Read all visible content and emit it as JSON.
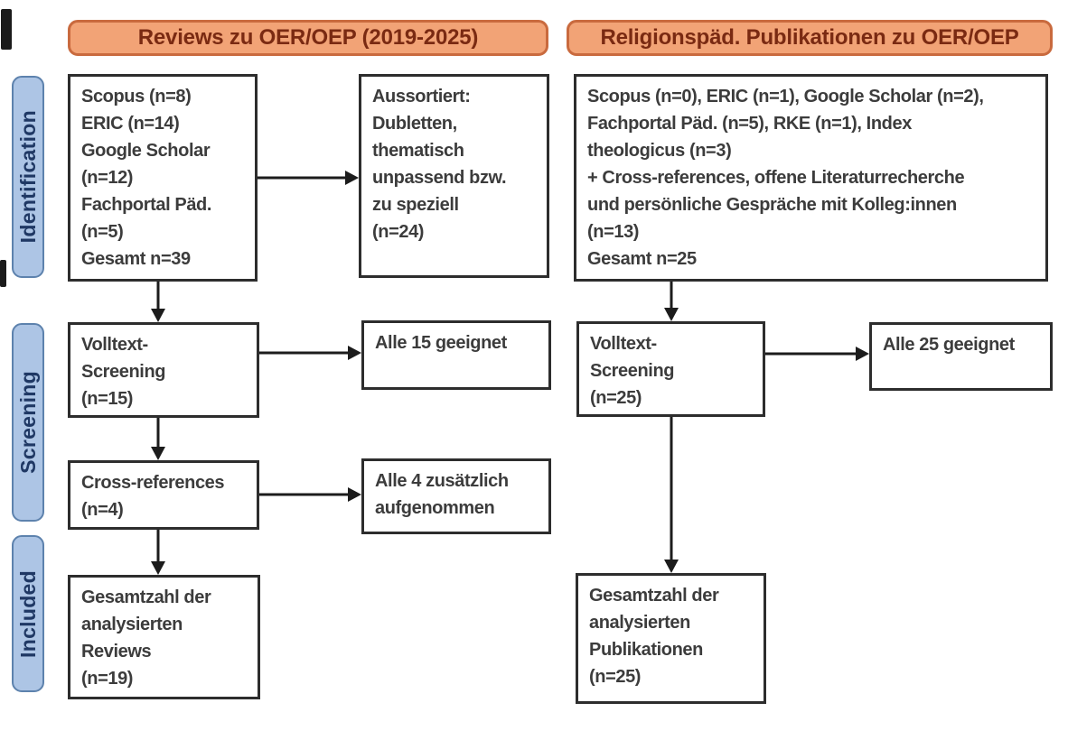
{
  "diagram": {
    "stage_labels": {
      "identification": "Identification",
      "screening": "Screening",
      "included": "Included"
    },
    "left_column": {
      "header": "Reviews zu OER/OEP (2019-2025)",
      "sources_box": "Scopus (n=8)\nERIC (n=14)\nGoogle Scholar\n(n=12)\nFachportal Päd.\n(n=5)\nGesamt n=39",
      "excluded_box": "Aussortiert:\nDubletten,\nthematisch\nunpassend bzw.\nzu speziell\n(n=24)",
      "fulltext_box": "Volltext-\nScreening\n(n=15)",
      "fulltext_result_box": "Alle 15 geeignet",
      "crossref_box": "Cross-references\n(n=4)",
      "crossref_result_box": "Alle 4 zusätzlich\naufgenommen",
      "included_box": "Gesamtzahl der\nanalysierten\nReviews\n(n=19)"
    },
    "right_column": {
      "header": "Religionspäd. Publikationen zu OER/OEP",
      "sources_box": "Scopus (n=0), ERIC (n=1), Google Scholar (n=2),\nFachportal Päd. (n=5), RKE (n=1), Index\ntheologicus (n=3)\n+ Cross-references, offene Literaturrecherche\nund persönliche Gespräche mit Kolleg:innen\n(n=13)\nGesamt n=25",
      "fulltext_box": "Volltext-\nScreening\n(n=25)",
      "fulltext_result_box": "Alle 25 geeignet",
      "included_box": "Gesamtzahl der\nanalysierten\nPublikationen\n(n=25)"
    },
    "colors": {
      "header_fill": "#f2a376",
      "header_border": "#c96a3e",
      "header_text": "#7a2a12",
      "stage_fill": "#adc5e5",
      "stage_border": "#5d82ad",
      "stage_text": "#1f3864",
      "box_border": "#2d2d2d",
      "box_text": "#3c3c3c",
      "arrow": "#1c1c1c"
    }
  }
}
